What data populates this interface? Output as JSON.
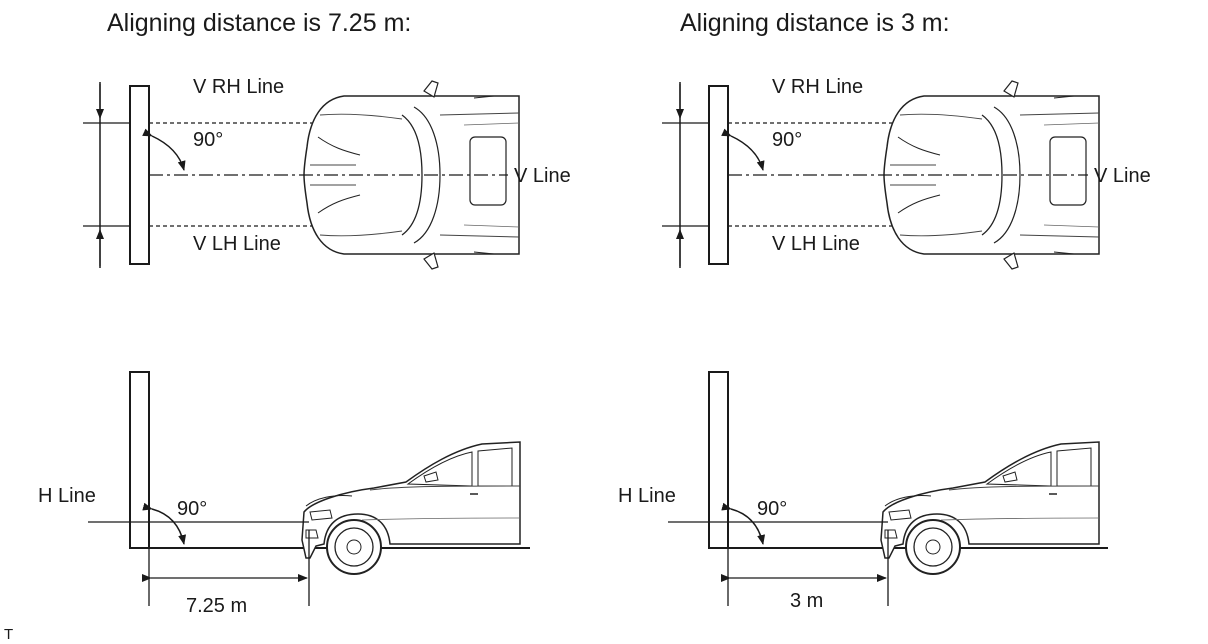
{
  "left": {
    "title": "Aligning distance is 7.25 m:",
    "v_rh_line": "V RH Line",
    "v_lh_line": "V LH Line",
    "v_line": "V Line",
    "angle_top": "90°",
    "h_line": "H Line",
    "angle_bottom": "90°",
    "distance": "7.25 m"
  },
  "right": {
    "title": "Aligning distance is 3 m:",
    "v_rh_line": "V RH Line",
    "v_lh_line": "V LH Line",
    "v_line": "V Line",
    "angle_top": "90°",
    "h_line": "H Line",
    "angle_bottom": "90°",
    "distance": "3 m"
  },
  "footer": {
    "code": "T"
  }
}
